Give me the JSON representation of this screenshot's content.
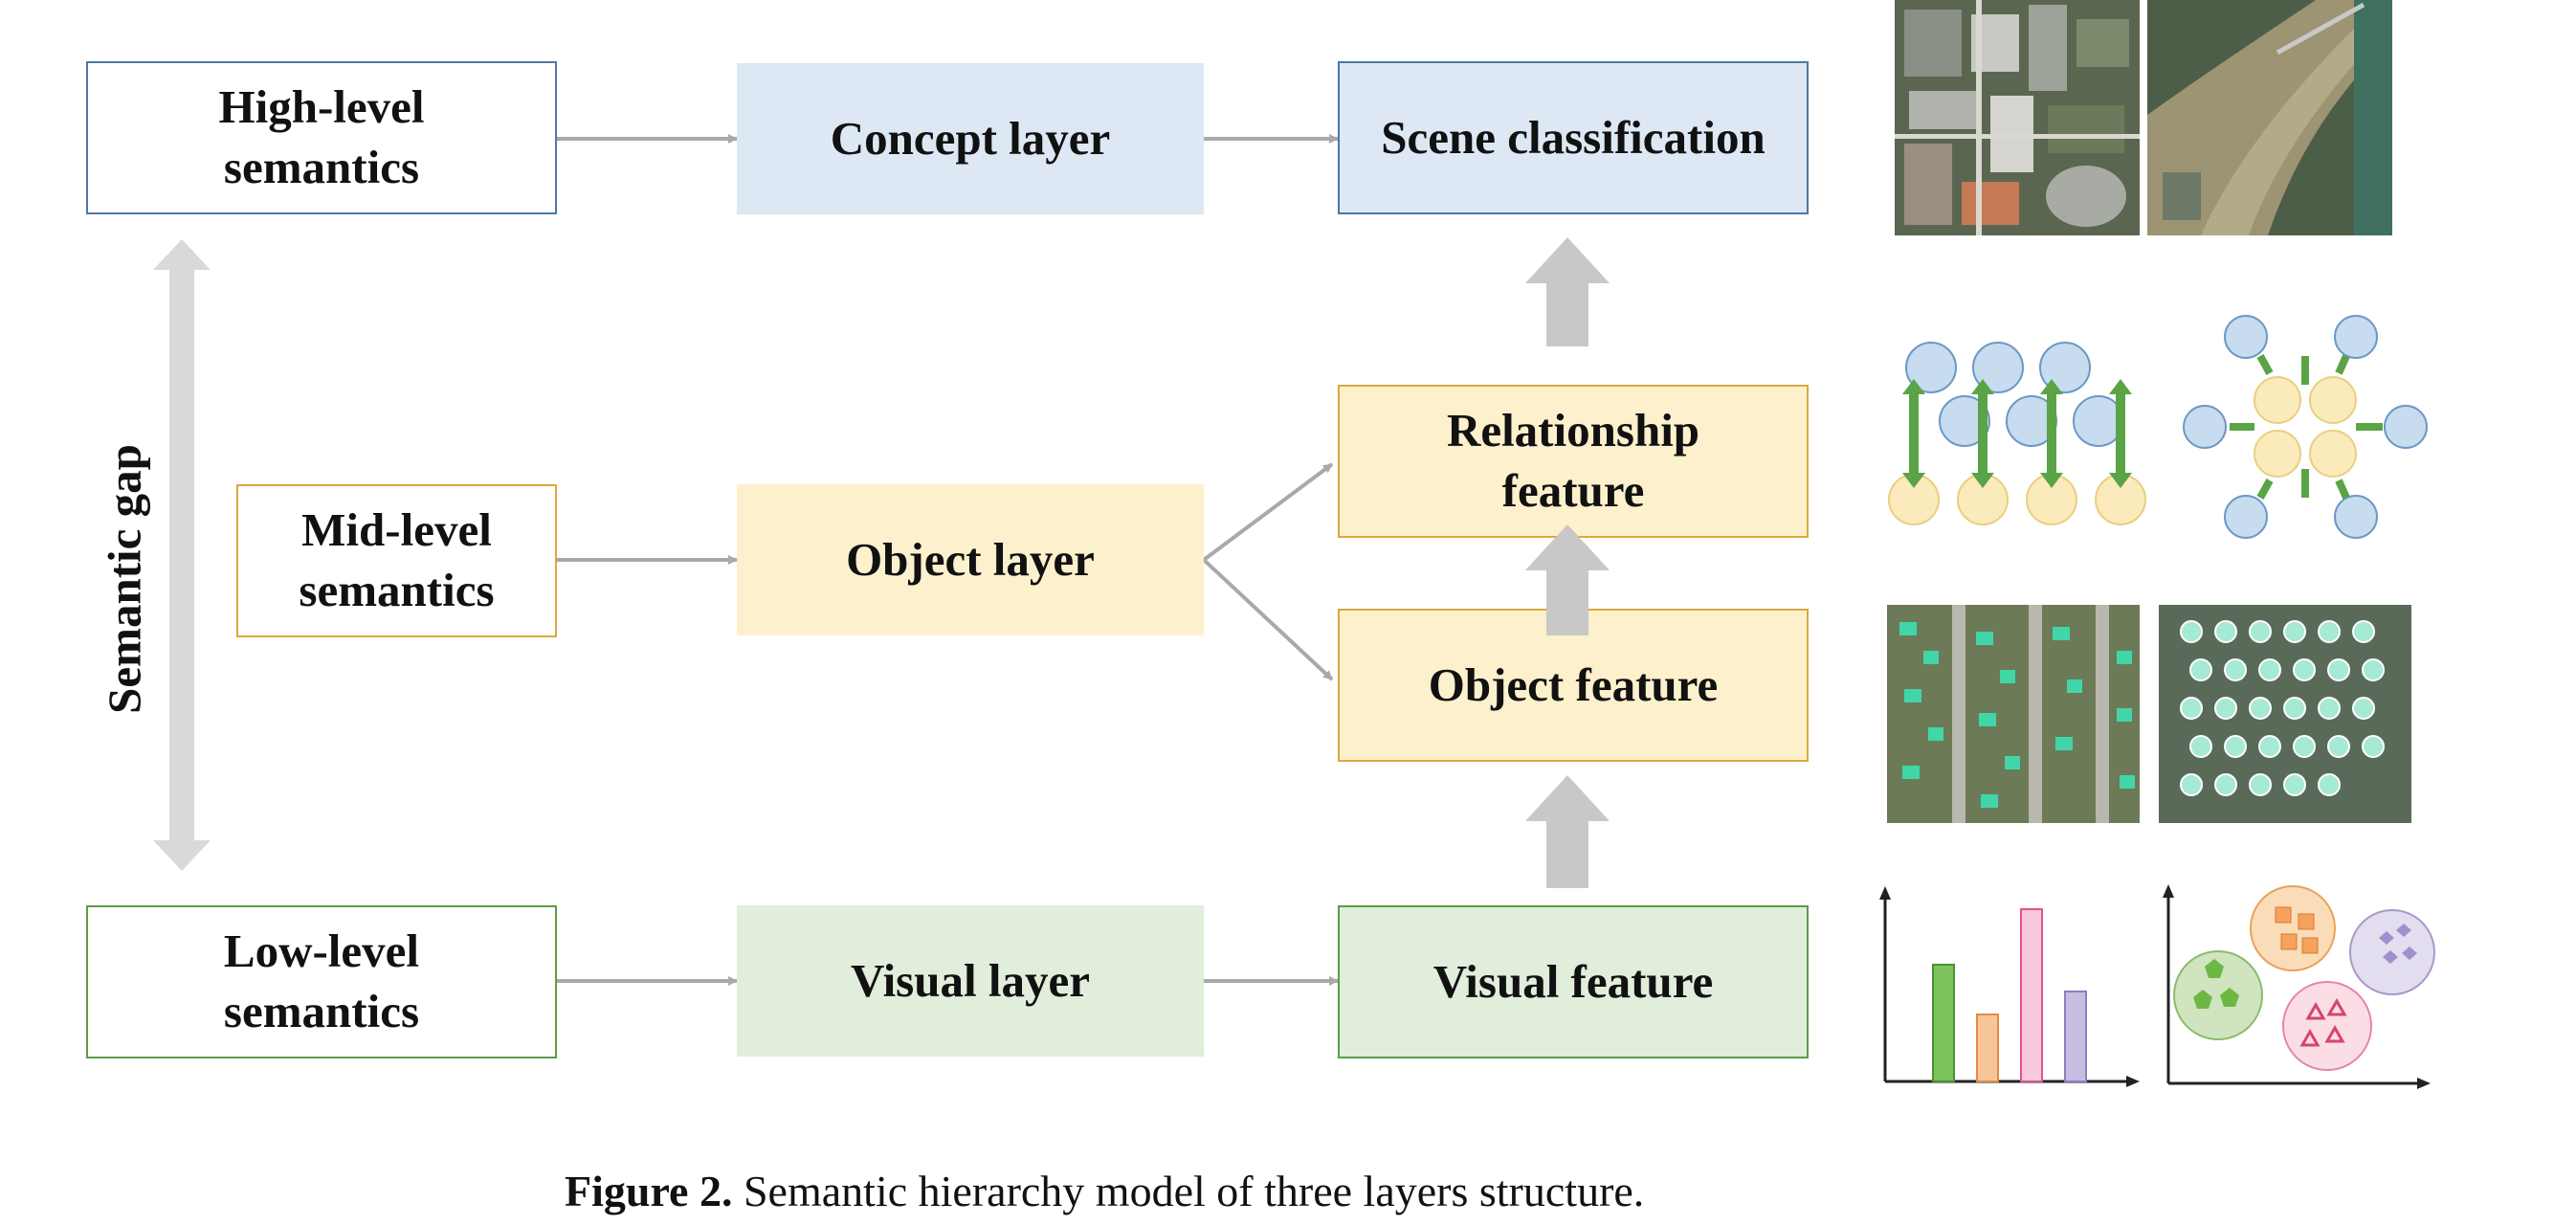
{
  "left_column": {
    "high": "High-level\nsemantics",
    "mid": "Mid-level\nsemantics",
    "low": "Low-level\nsemantics",
    "gap_label": "Semantic gap"
  },
  "layers": {
    "concept": "Concept layer",
    "object": "Object layer",
    "visual": "Visual layer"
  },
  "features": {
    "scene": "Scene classification",
    "relationship": "Relationship\nfeature",
    "object": "Object feature",
    "visual": "Visual feature"
  },
  "caption": {
    "label": "Figure 2.",
    "text": "Semantic hierarchy model of three layers structure."
  },
  "colors": {
    "blue_border": "#4d78a6",
    "blue_fill": "#dde8f4",
    "yellow_border": "#d9a93e",
    "yellow_fill": "#fdf0cd",
    "green_border": "#5c9c4a",
    "green_fill": "#e0eedb",
    "arrow_gray": "#a9a9a9"
  },
  "illustrations": {
    "top": [
      "urban-aerial-image",
      "river-aerial-image"
    ],
    "relationship": [
      "vertical-relationship-graph",
      "radial-relationship-graph"
    ],
    "object": [
      "residential-aerial-detected-objects",
      "tank-farm-aerial-detected-objects"
    ],
    "visual": [
      "histogram-chart",
      "cluster-scatter-chart"
    ]
  }
}
